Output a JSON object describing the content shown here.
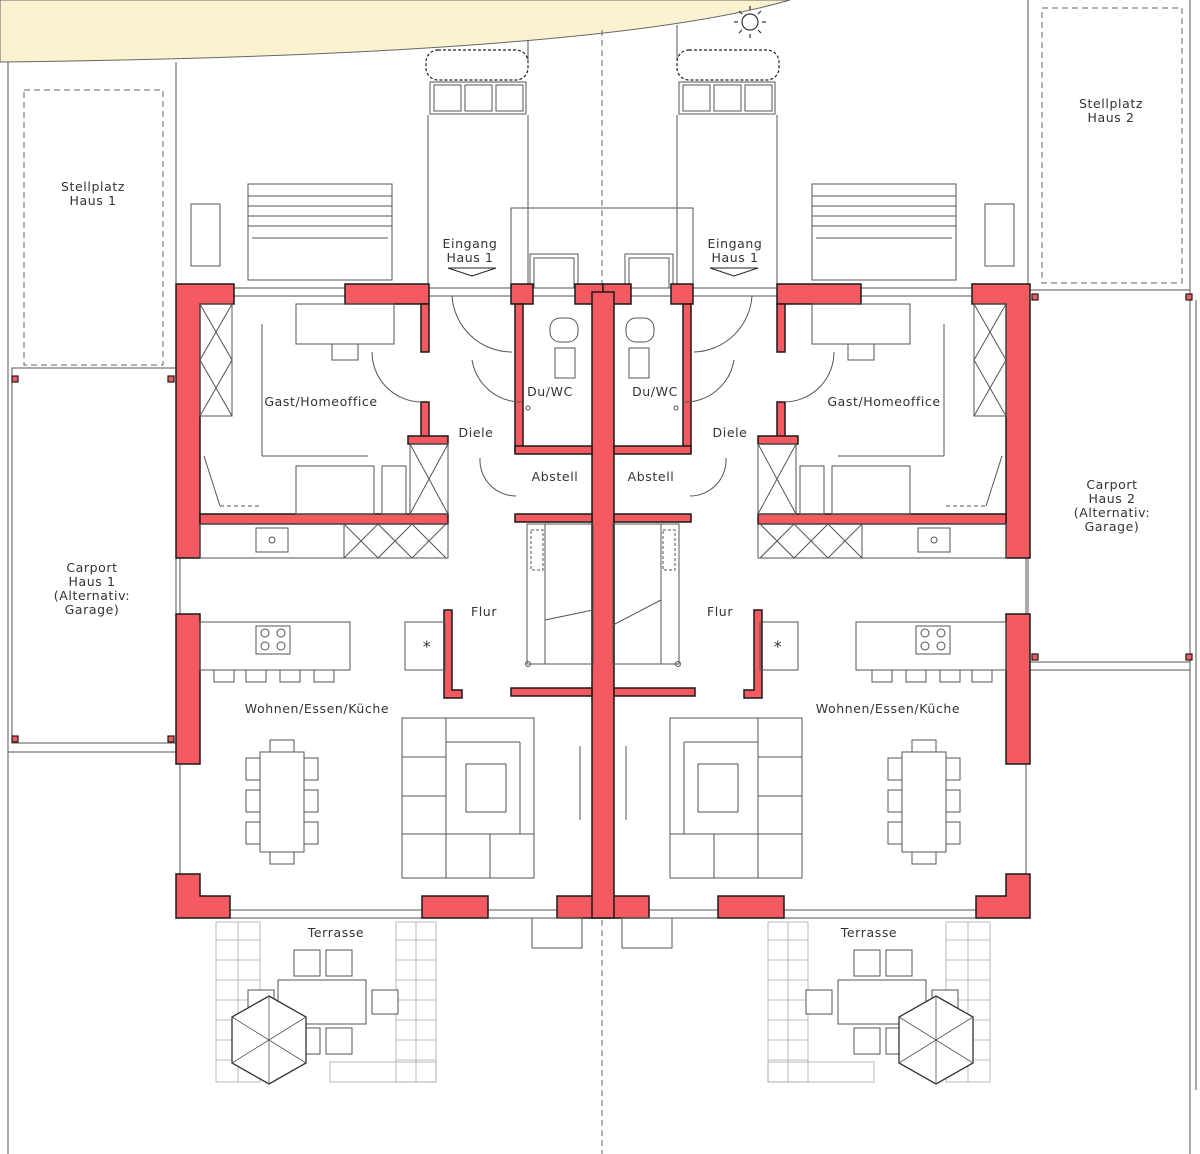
{
  "labels": {
    "stellplatz_1": [
      "Stellplatz",
      "Haus 1"
    ],
    "stellplatz_2": [
      "Stellplatz",
      "Haus 2"
    ],
    "carport_1": [
      "Carport",
      "Haus 1",
      "(Alternativ:",
      "Garage)"
    ],
    "carport_2": [
      "Carport",
      "Haus 2",
      "(Alternativ:",
      "Garage)"
    ],
    "eingang_1a": [
      "Eingang",
      "Haus 1"
    ],
    "eingang_1b": [
      "Eingang",
      "Haus 1"
    ],
    "gast_left": "Gast/Homeoffice",
    "gast_right": "Gast/Homeoffice",
    "diele_left": "Diele",
    "diele_right": "Diele",
    "duwc_left": "Du/WC",
    "duwc_right": "Du/WC",
    "abstell_left": "Abstell",
    "abstell_right": "Abstell",
    "flur_left": "Flur",
    "flur_right": "Flur",
    "wohnen_left": "Wohnen/Essen/Küche",
    "wohnen_right": "Wohnen/Essen/Küche",
    "terrasse_left": "Terrasse",
    "terrasse_right": "Terrasse",
    "fireplace_symbol": "*"
  },
  "colors": {
    "wall_fill": "#f45a5f",
    "wall_outline": "#1a1a1a",
    "garden_fill": "#fbf3cf",
    "line": "#555555"
  }
}
